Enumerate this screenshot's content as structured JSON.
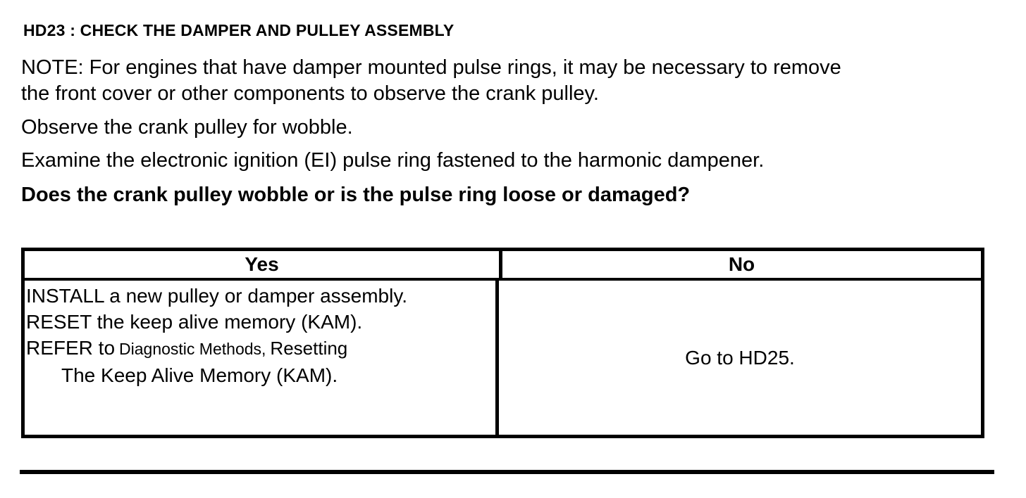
{
  "document": {
    "title": "HD23 : CHECK THE DAMPER AND PULLEY ASSEMBLY",
    "note_line1": "NOTE: For engines that have damper mounted pulse rings, it may be necessary to remove",
    "note_line2": "the front cover or other components to observe the crank pulley.",
    "instruction1": "Observe the crank pulley for wobble.",
    "instruction2": "Examine the electronic ignition (EI) pulse ring fastened to the harmonic dampener.",
    "question": "Does the crank pulley wobble or is the pulse ring loose or damaged?"
  },
  "decision_table": {
    "yes_header": "Yes",
    "no_header": "No",
    "yes_cell": {
      "line1": "INSTALL a new pulley or damper assembly.",
      "line2": "RESET the keep alive memory (KAM).",
      "line3_part1": "REFER to",
      "line3_part2": "Diagnostic Methods,",
      "line3_part3": "Resetting",
      "line4": "The Keep Alive Memory (KAM)."
    },
    "no_cell": "Go to HD25."
  },
  "colors": {
    "text": "#000000",
    "background": "#ffffff",
    "border": "#000000"
  }
}
